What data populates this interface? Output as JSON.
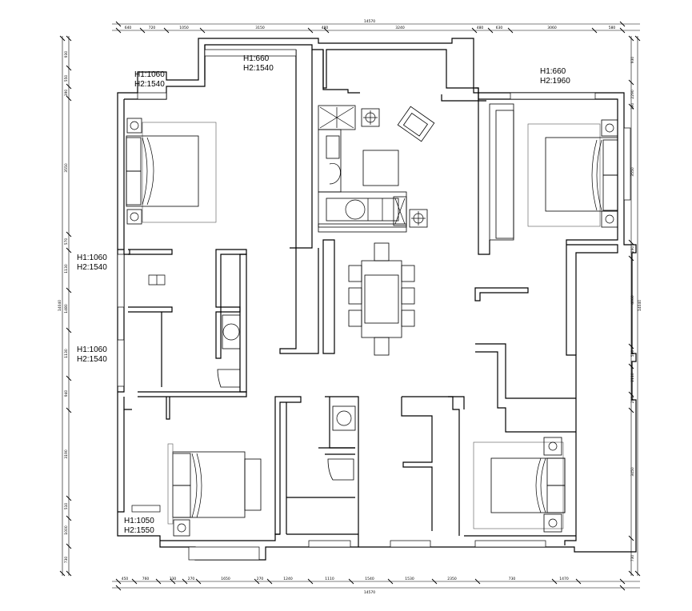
{
  "height_notes": [
    {
      "id": "top-left",
      "h1": "H1:1060",
      "h2": "H2:1540"
    },
    {
      "id": "top-center",
      "h1": "H1:660",
      "h2": "H2:1540"
    },
    {
      "id": "top-right",
      "h1": "H1:660",
      "h2": "H2:1960"
    },
    {
      "id": "left-upper",
      "h1": "H1:1060",
      "h2": "H2:1540"
    },
    {
      "id": "left-lower",
      "h1": "H1:1060",
      "h2": "H2:1540"
    },
    {
      "id": "bottom-left",
      "h1": "H1:1050",
      "h2": "H2:1550"
    }
  ],
  "dimensions": {
    "top_total": "14570",
    "top_segments": [
      "640",
      "720",
      "1050",
      "3150",
      "480",
      "3240",
      "480",
      "630",
      "3060",
      "580"
    ],
    "bottom_total": "14570",
    "bottom_segments": [
      "450",
      "760",
      "330",
      "270",
      "1650",
      "270",
      "1240",
      "1110",
      "1540",
      "1530",
      "2350",
      "730",
      "1470"
    ],
    "left_total": "14040",
    "left_segments": [
      "930",
      "550",
      "390",
      "3550",
      "570",
      "1130",
      "1480",
      "1130",
      "940",
      "3190",
      "510",
      "1000",
      "730"
    ],
    "right_total": "14040",
    "right_segments": [
      "930",
      "2290",
      "290",
      "3550",
      "290",
      "4060",
      "580",
      "2110",
      "290",
      "3450",
      "730"
    ]
  }
}
